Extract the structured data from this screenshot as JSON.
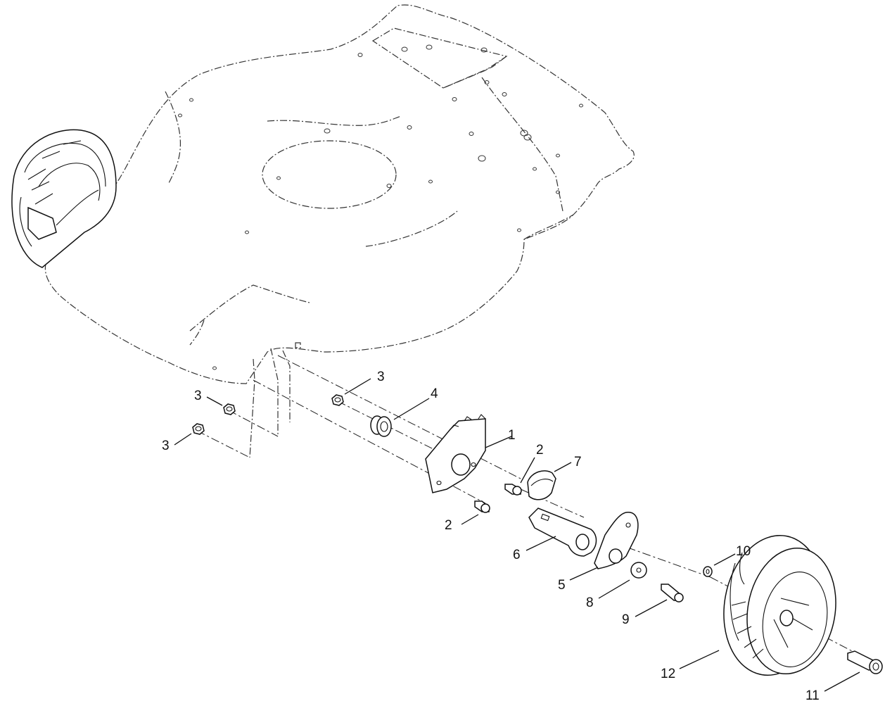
{
  "callouts": [
    {
      "id": "c1",
      "text": "1"
    },
    {
      "id": "c2a",
      "text": "2"
    },
    {
      "id": "c2b",
      "text": "2"
    },
    {
      "id": "c3a",
      "text": "3"
    },
    {
      "id": "c3b",
      "text": "3"
    },
    {
      "id": "c3c",
      "text": "3"
    },
    {
      "id": "c4",
      "text": "4"
    },
    {
      "id": "c5",
      "text": "5"
    },
    {
      "id": "c6",
      "text": "6"
    },
    {
      "id": "c7",
      "text": "7"
    },
    {
      "id": "c8",
      "text": "8"
    },
    {
      "id": "c9",
      "text": "9"
    },
    {
      "id": "c10",
      "text": "10"
    },
    {
      "id": "c11",
      "text": "11"
    },
    {
      "id": "c12",
      "text": "12"
    }
  ]
}
